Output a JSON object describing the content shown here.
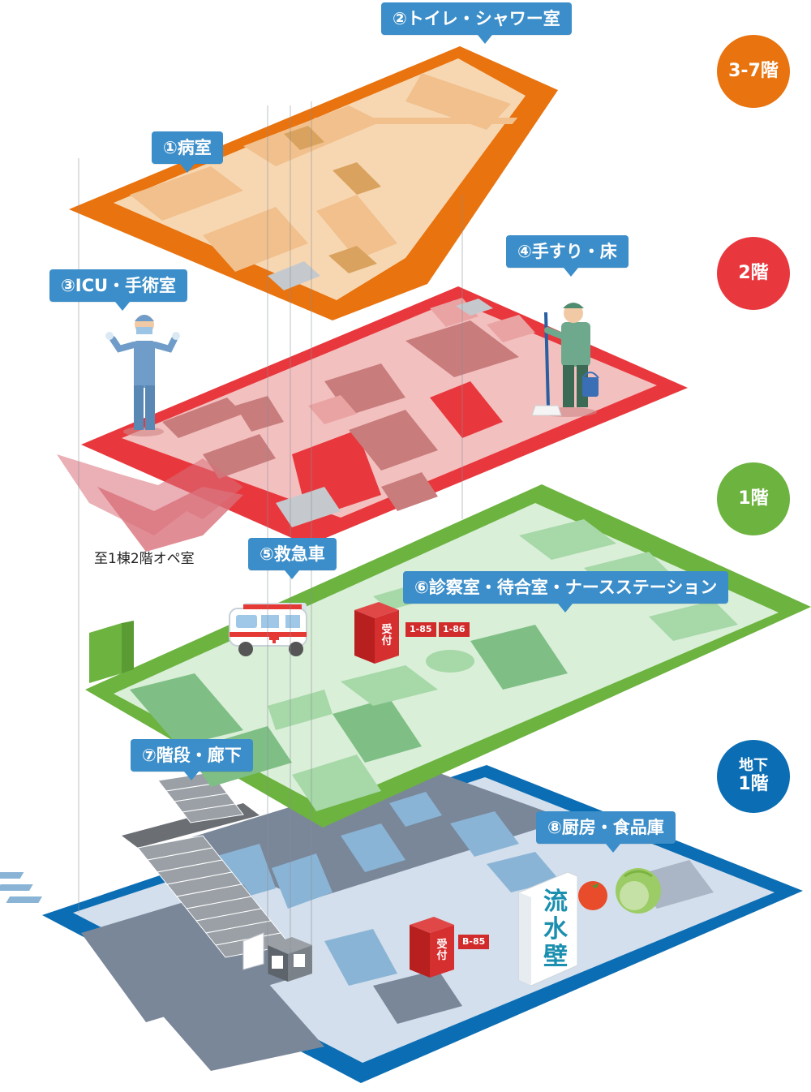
{
  "floors": {
    "f3_7": {
      "label": "3-7階",
      "color": "#e8730f"
    },
    "f2": {
      "label": "2階",
      "color": "#e8383d"
    },
    "f1": {
      "label": "1階",
      "color": "#6cb33f"
    },
    "b1": {
      "line1": "地下",
      "line2": "1階",
      "color": "#0b6db3"
    }
  },
  "callouts": {
    "c1": "①病室",
    "c2": "②トイレ・シャワー室",
    "c3": "③ICU・手術室",
    "c4": "④手すり・床",
    "c5": "⑤救急車",
    "c6": "⑥診察室・待合室・ナースステーション",
    "c7": "⑦階段・廊下",
    "c8": "⑧厨房・食品庫"
  },
  "annotations": {
    "to_building1": "至1棟2階オペ室",
    "reception": "受付",
    "room_1_85": "1-85",
    "room_1_86": "1-86",
    "room_b_85": "B-85",
    "sink_sign": "流水壁"
  },
  "colors": {
    "callout": "#3b8ec9",
    "tag_red": "#d22b2b",
    "sign_text": "#1a8fb0"
  },
  "icons": [
    "surgeon-icon",
    "cleaner-icon",
    "ambulance-icon",
    "reception-kiosk-icon",
    "staircase-icon",
    "elevator-icon",
    "tomato-icon",
    "cabbage-icon"
  ]
}
